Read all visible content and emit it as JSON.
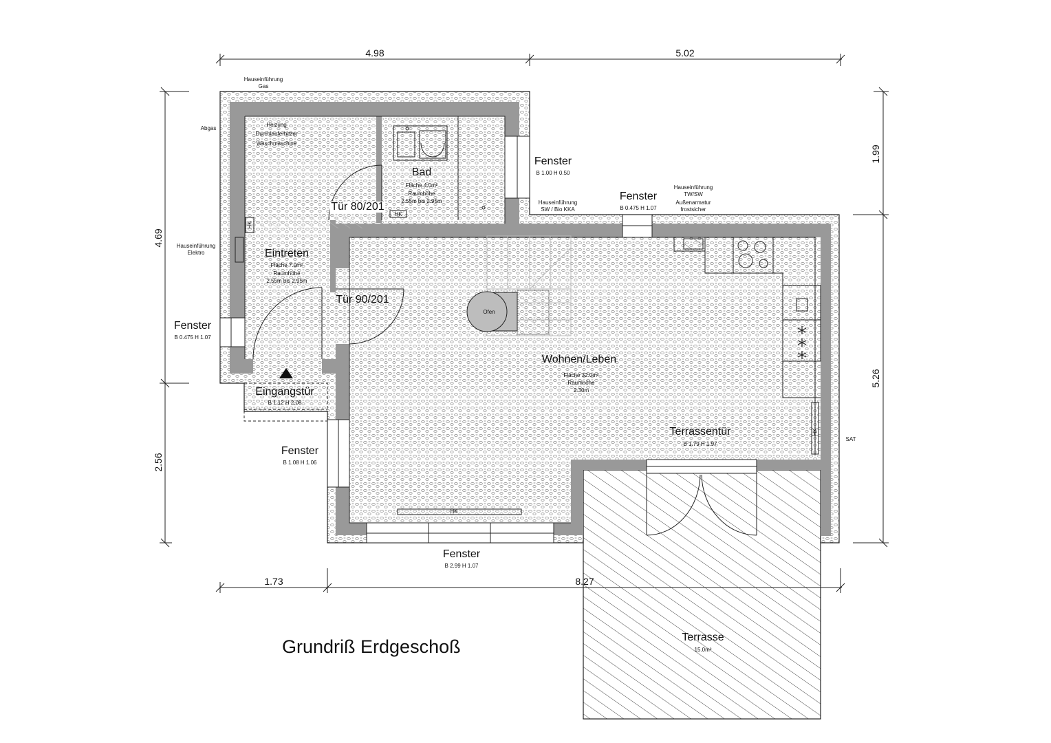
{
  "title": "Grundriß Erdgeschoß",
  "dimensions": {
    "top_left": "4.98",
    "top_right": "5.02",
    "left_upper": "4.69",
    "left_lower": "2.56",
    "right_upper": "1.99",
    "right_lower": "5.26",
    "bottom_left": "1.73",
    "bottom_right": "8.27"
  },
  "rooms": {
    "bad": {
      "name": "Bad",
      "area": "Fläche 4.0m²",
      "height_label": "Raumhöhe",
      "height": "2.55m bis 2.95m"
    },
    "eintreten": {
      "name": "Eintreten",
      "area": "Fläche 7.0m²",
      "height_label": "Raumhöhe",
      "height": "2.55m bis 2.95m"
    },
    "wohnen": {
      "name": "Wohnen/Leben",
      "area": "Fläche 32.0m²",
      "height_label": "Raumhöhe",
      "height": "2.30m"
    },
    "terrasse": {
      "name": "Terrasse",
      "area": "15.0m²"
    }
  },
  "technik": {
    "heizung": "Heizung",
    "durchlauferhitzer": "Durchlauferhitzer",
    "waschmaschine": "Waschmaschine"
  },
  "doors": {
    "tuer_80": "Tür 80/201",
    "tuer_90": "Tür 90/201",
    "eingang": {
      "label": "Eingangstür",
      "size": "B 1.12 H 2.08"
    },
    "terrasse": {
      "label": "Terrassentür",
      "size": "B 1.79 H 1.97"
    }
  },
  "windows": {
    "bad": {
      "label": "Fenster",
      "size": "B 1.00 H 0.50"
    },
    "kueche": {
      "label": "Fenster",
      "size": "B 0.475 H 1.07"
    },
    "eintreten": {
      "label": "Fenster",
      "size": "B 0.475 H 1.07"
    },
    "wohnen_links": {
      "label": "Fenster",
      "size": "B 1.08 H 1.06"
    },
    "wohnen_unten": {
      "label": "Fenster",
      "size": "B 2.99 H 1.07"
    }
  },
  "notes": {
    "gas": [
      "Hauseinführung",
      "Gas"
    ],
    "abgas": "Abgas",
    "elektro": [
      "Hauseinführung",
      "Elektro"
    ],
    "sw": [
      "Hauseinführung",
      "SW / Bio KKA"
    ],
    "tw": [
      "Hauseinführung",
      "TW/SW",
      "Außenarmatur",
      "frostsicher"
    ],
    "sat": "SAT",
    "ofen": "Ofen",
    "hk": "HK"
  }
}
